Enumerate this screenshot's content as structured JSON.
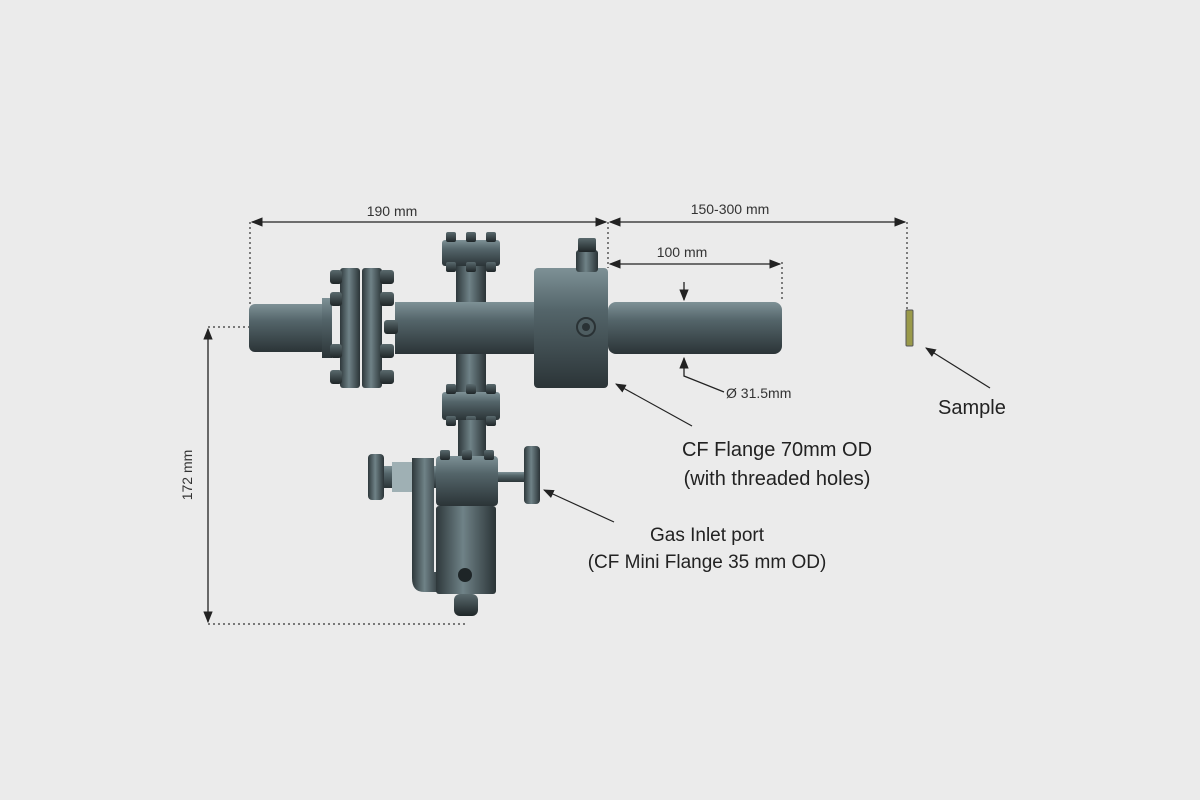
{
  "dimensions": {
    "total_length": "190 mm",
    "sample_distance": "150-300 mm",
    "tube_length": "100 mm",
    "tube_diameter": "Ø 31.5mm",
    "height": "172 mm"
  },
  "callouts": {
    "flange_line1": "CF Flange 70mm OD",
    "flange_line2": "(with threaded holes)",
    "gas_line1": "Gas Inlet port",
    "gas_line2": "(CF Mini Flange 35 mm OD)",
    "sample": "Sample"
  },
  "colors": {
    "background": "#ebebeb",
    "metal": "#3f4b4f",
    "line": "#222222",
    "sample": "#9a9a4a"
  }
}
